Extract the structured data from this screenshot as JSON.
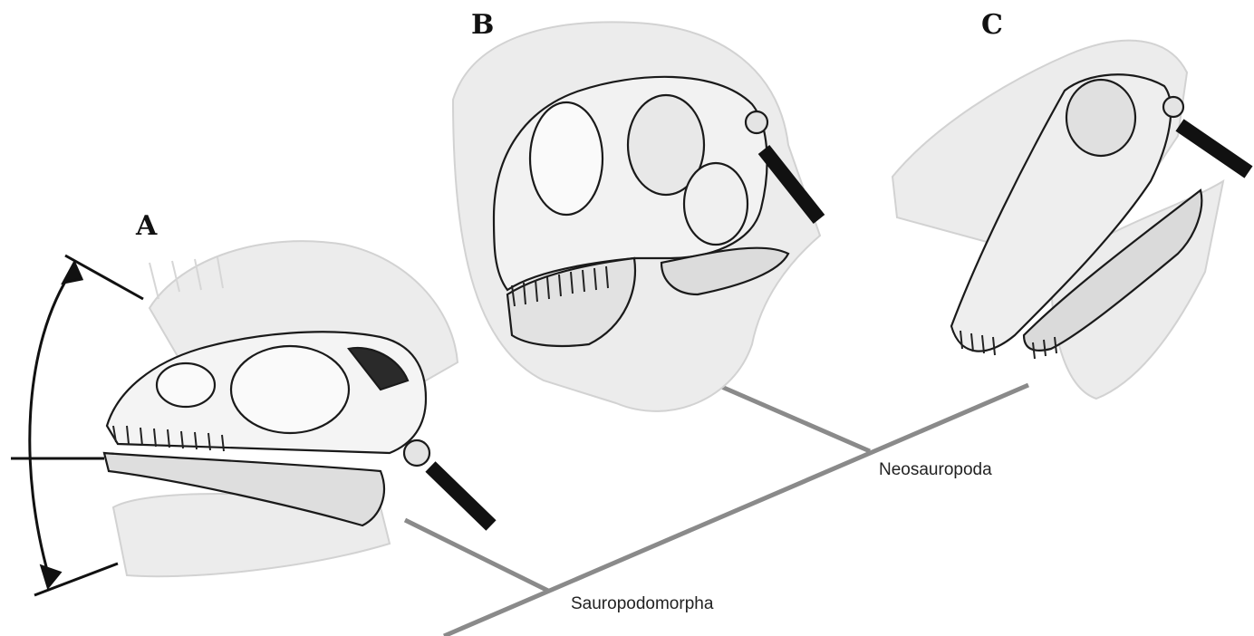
{
  "panels": [
    {
      "letter": "A"
    },
    {
      "letter": "B"
    },
    {
      "letter": "C"
    }
  ],
  "clades": {
    "sauropodomorpha": "Sauropodomorpha",
    "neosauropoda": "Neosauropoda"
  },
  "colors": {
    "tree": "#8a8a8a",
    "ink": "#111111",
    "ghost": "#dcdcdc"
  }
}
